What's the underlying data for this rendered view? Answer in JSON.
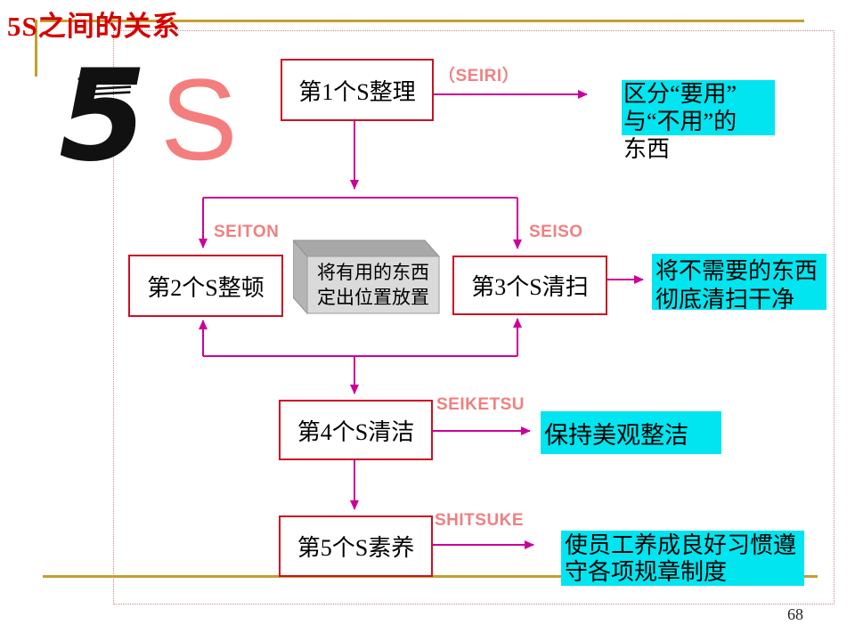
{
  "header": {
    "title": "5S之间的关系",
    "page_number": "68"
  },
  "logo": {
    "numeral": "5",
    "letter": "S"
  },
  "flow": {
    "steps": [
      {
        "label": "第1个S整理",
        "tag": "（SEIRI）"
      },
      {
        "label": "第2个S整顿",
        "tag": "SEITON"
      },
      {
        "label": "第3个S清扫",
        "tag": "SEISO"
      },
      {
        "label": "第4个S清洁",
        "tag": "SEIKETSU"
      },
      {
        "label": "第5个S素养",
        "tag": "SHITSUKE"
      }
    ],
    "cube": {
      "line1": "将有用的东西",
      "line2": "定出位置放置"
    },
    "notes": {
      "seiri": {
        "line1": "区分“要用”",
        "line2": "与“不用”的",
        "line3": "东西"
      },
      "seiso": {
        "line1": "将不需要的东西",
        "line2": "彻底清扫干净"
      },
      "seiketsu": {
        "line1": "保持美观整洁"
      },
      "shitsuke": {
        "line1": "使员工养成良好习惯遵",
        "line2": "守各项规章制度"
      }
    }
  },
  "colors": {
    "title_red": "#D60000",
    "box_border_red": "#CC1122",
    "connector_magenta": "#CC0099",
    "highlight_cyan": "#00E5EF",
    "label_pink": "#F08080",
    "gold_line": "#C3A02C",
    "dotted_border": "#CC8888",
    "cube_front_gray": "#DADADA",
    "logo_s_pink": "#F47E7E"
  }
}
